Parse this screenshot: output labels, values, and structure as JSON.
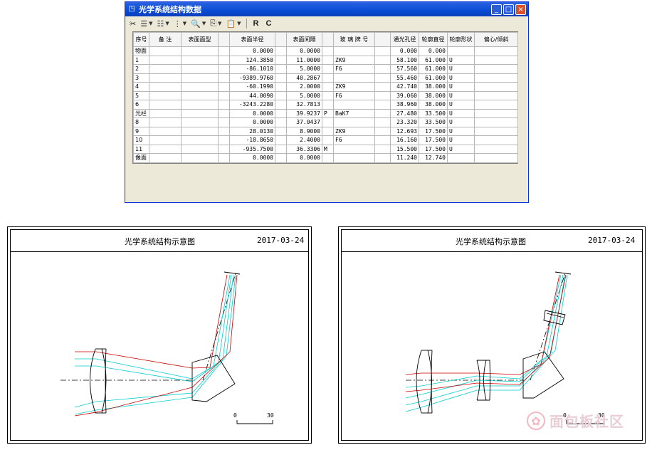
{
  "window": {
    "title": "光学系统结构数据",
    "title_icon": "app-icon",
    "controls": [
      "_",
      "□",
      "×"
    ]
  },
  "toolbar": {
    "items": [
      {
        "icon": "scissors-icon",
        "glyph": "✂"
      },
      {
        "icon": "insert-row-icon",
        "glyph": "☰"
      },
      {
        "icon": "delete-row-icon",
        "glyph": "☷"
      },
      {
        "icon": "column-icon",
        "glyph": "⋮"
      },
      {
        "icon": "zoom-icon",
        "glyph": "🔍"
      },
      {
        "icon": "copy-icon",
        "glyph": "⎘"
      },
      {
        "icon": "paste-icon",
        "glyph": "📋"
      }
    ],
    "r_label": "R",
    "c_label": "C"
  },
  "table": {
    "headers": [
      "序号",
      "备 注",
      "表面面型",
      "",
      "表面半径",
      "",
      "表面间隔",
      "",
      "玻 璃 牌 号",
      "",
      "通光孔径",
      "轮廓直径",
      "轮廓形状",
      "偏心/倾斜"
    ],
    "rows": [
      [
        "物面",
        "",
        "",
        "",
        "0.0000",
        "",
        "0.0000",
        "",
        "",
        "",
        "0.000",
        "0.000",
        "",
        ""
      ],
      [
        "1",
        "",
        "",
        "",
        "124.3850",
        "",
        "11.0000",
        "",
        "ZK9",
        "",
        "58.100",
        "61.000",
        "U",
        ""
      ],
      [
        "2",
        "",
        "",
        "",
        "-86.1010",
        "",
        "5.0000",
        "",
        "F6",
        "",
        "57.560",
        "61.000",
        "U",
        ""
      ],
      [
        "3",
        "",
        "",
        "",
        "-9389.9760",
        "",
        "40.2867",
        "",
        "",
        "",
        "55.460",
        "61.000",
        "U",
        ""
      ],
      [
        "4",
        "",
        "",
        "",
        "-60.1990",
        "",
        "2.0000",
        "",
        "ZK9",
        "",
        "42.740",
        "38.000",
        "U",
        ""
      ],
      [
        "5",
        "",
        "",
        "",
        "44.0090",
        "",
        "5.0000",
        "",
        "F6",
        "",
        "39.060",
        "38.000",
        "U",
        ""
      ],
      [
        "6",
        "",
        "",
        "",
        "-3243.2280",
        "",
        "32.7813",
        "",
        "",
        "",
        "38.960",
        "38.000",
        "U",
        ""
      ],
      [
        "光栏",
        "",
        "",
        "",
        "0.0000",
        "",
        "39.9237",
        "P",
        "BaK7",
        "",
        "27.480",
        "33.500",
        "U",
        ""
      ],
      [
        "8",
        "",
        "",
        "",
        "0.0000",
        "",
        "37.0437",
        "",
        "",
        "",
        "23.320",
        "33.500",
        "U",
        ""
      ],
      [
        "9",
        "",
        "",
        "",
        "28.0130",
        "",
        "8.9000",
        "",
        "ZK9",
        "",
        "12.693",
        "17.500",
        "U",
        ""
      ],
      [
        "10",
        "",
        "",
        "",
        "-18.8650",
        "",
        "2.4000",
        "",
        "F6",
        "",
        "16.160",
        "17.500",
        "U",
        ""
      ],
      [
        "11",
        "",
        "",
        "",
        "-935.7500",
        "",
        "36.3306",
        "M",
        "",
        "",
        "15.500",
        "17.500",
        "U",
        ""
      ],
      [
        "像面",
        "",
        "",
        "",
        "0.0000",
        "",
        "0.0000",
        "",
        "",
        "",
        "11.240",
        "12.740",
        "",
        ""
      ]
    ]
  },
  "diagrams": [
    {
      "title": "光学系统结构示意图",
      "date": "2017-03-24",
      "scale": [
        "0",
        "30"
      ]
    },
    {
      "title": "光学系统结构示意图",
      "date": "2017-03-24",
      "scale": [
        "0",
        "30"
      ]
    }
  ],
  "colors": {
    "ray_red": "#cc0000",
    "ray_cyan": "#00cccc",
    "titlebar": "#0a4bd6"
  },
  "watermark": {
    "text": "面包板社区"
  }
}
